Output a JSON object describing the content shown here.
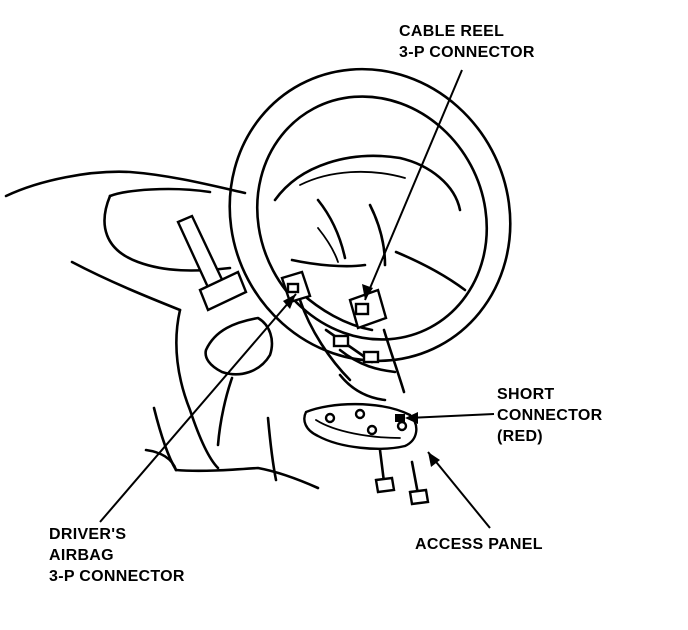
{
  "labels": {
    "cable_reel": [
      "CABLE REEL",
      "3-P CONNECTOR"
    ],
    "short_connector": [
      "SHORT",
      "CONNECTOR",
      "(RED)"
    ],
    "access_panel": [
      "ACCESS PANEL"
    ],
    "driver_airbag": [
      "DRIVER'S",
      "AIRBAG",
      "3-P CONNECTOR"
    ]
  }
}
